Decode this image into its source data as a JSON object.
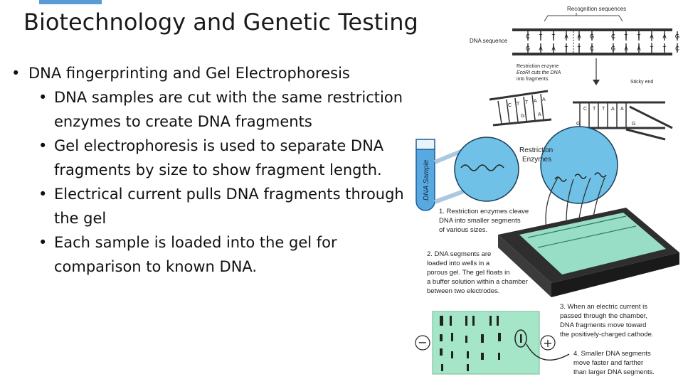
{
  "slide": {
    "title": "Biotechnology and Genetic Testing",
    "accent_color": "#5b9bd5"
  },
  "bullets": {
    "main": "DNA fingerprinting and Gel Electrophoresis",
    "subs": [
      "DNA samples are cut with the same restriction enzymes to create DNA fragments",
      "Gel electrophoresis is used to separate DNA fragments by size to show fragment length.",
      "Electrical current pulls DNA fragments through the gel",
      "Each sample is loaded into the gel for comparison to known DNA."
    ]
  },
  "figure": {
    "recognition_sequences": "Recognition sequences",
    "dna_sequence": "DNA sequence",
    "top_strand_bases": [
      "C",
      "T",
      "T",
      "A",
      "A",
      "G",
      "C",
      "T",
      "T",
      "A",
      "A",
      "G"
    ],
    "bottom_strand_bases": [
      "G",
      "A",
      "A",
      "T",
      "T",
      "C",
      "G",
      "A",
      "A",
      "T",
      "T",
      "C"
    ],
    "enzyme_note": [
      "Restriction enzyme",
      "EcoRI cuts the DNA",
      "into fragments."
    ],
    "sticky_end": "Sticky end",
    "tube_label": "DNA Sample",
    "restriction_label": [
      "Restriction",
      "Enzymes"
    ],
    "step1": [
      "1. Restriction enzymes cleave",
      "DNA into smaller segments",
      "of various sizes."
    ],
    "step2": [
      "2. DNA segments are",
      "loaded into wells in a",
      "porous gel.  The gel floats in",
      "a buffer solution within a chamber",
      "between two electrodes."
    ],
    "step3": [
      "3. When an electric current is",
      "passed through the chamber,",
      "DNA fragments move toward",
      "the positively-charged cathode."
    ],
    "step4": [
      "4. Smaller DNA segments",
      "move faster and farther",
      "than larger DNA segments."
    ],
    "minus_sign": "−",
    "plus_sign": "+"
  }
}
